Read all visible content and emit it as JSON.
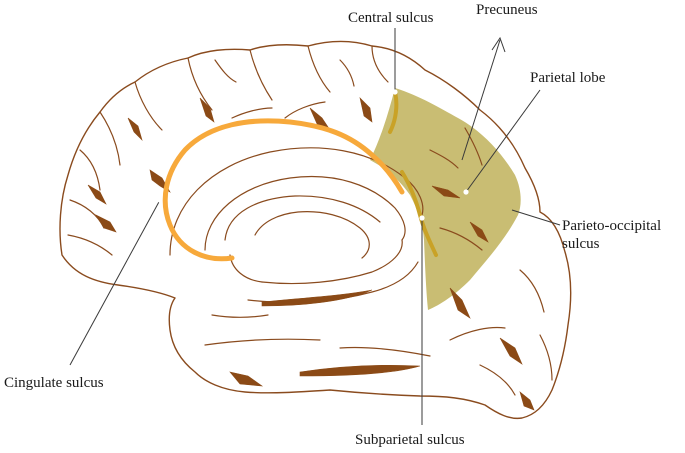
{
  "labels": {
    "central_sulcus": "Central sulcus",
    "precuneus": "Precuneus",
    "parietal_lobe": "Parietal lobe",
    "parieto_occipital_line1": "Parieto-occipital",
    "parieto_occipital_line2": "sulcus",
    "cingulate_sulcus": "Cingulate sulcus",
    "subparietal_sulcus": "Subparietal sulcus"
  },
  "colors": {
    "outline": "#8a4b1e",
    "deep_sulcus": "#8b4a16",
    "cingulate_highlight": "#f7a93b",
    "parietal_region": "#c9bd73",
    "central_sulcus_highlight": "#c9a227",
    "background": "#ffffff"
  }
}
